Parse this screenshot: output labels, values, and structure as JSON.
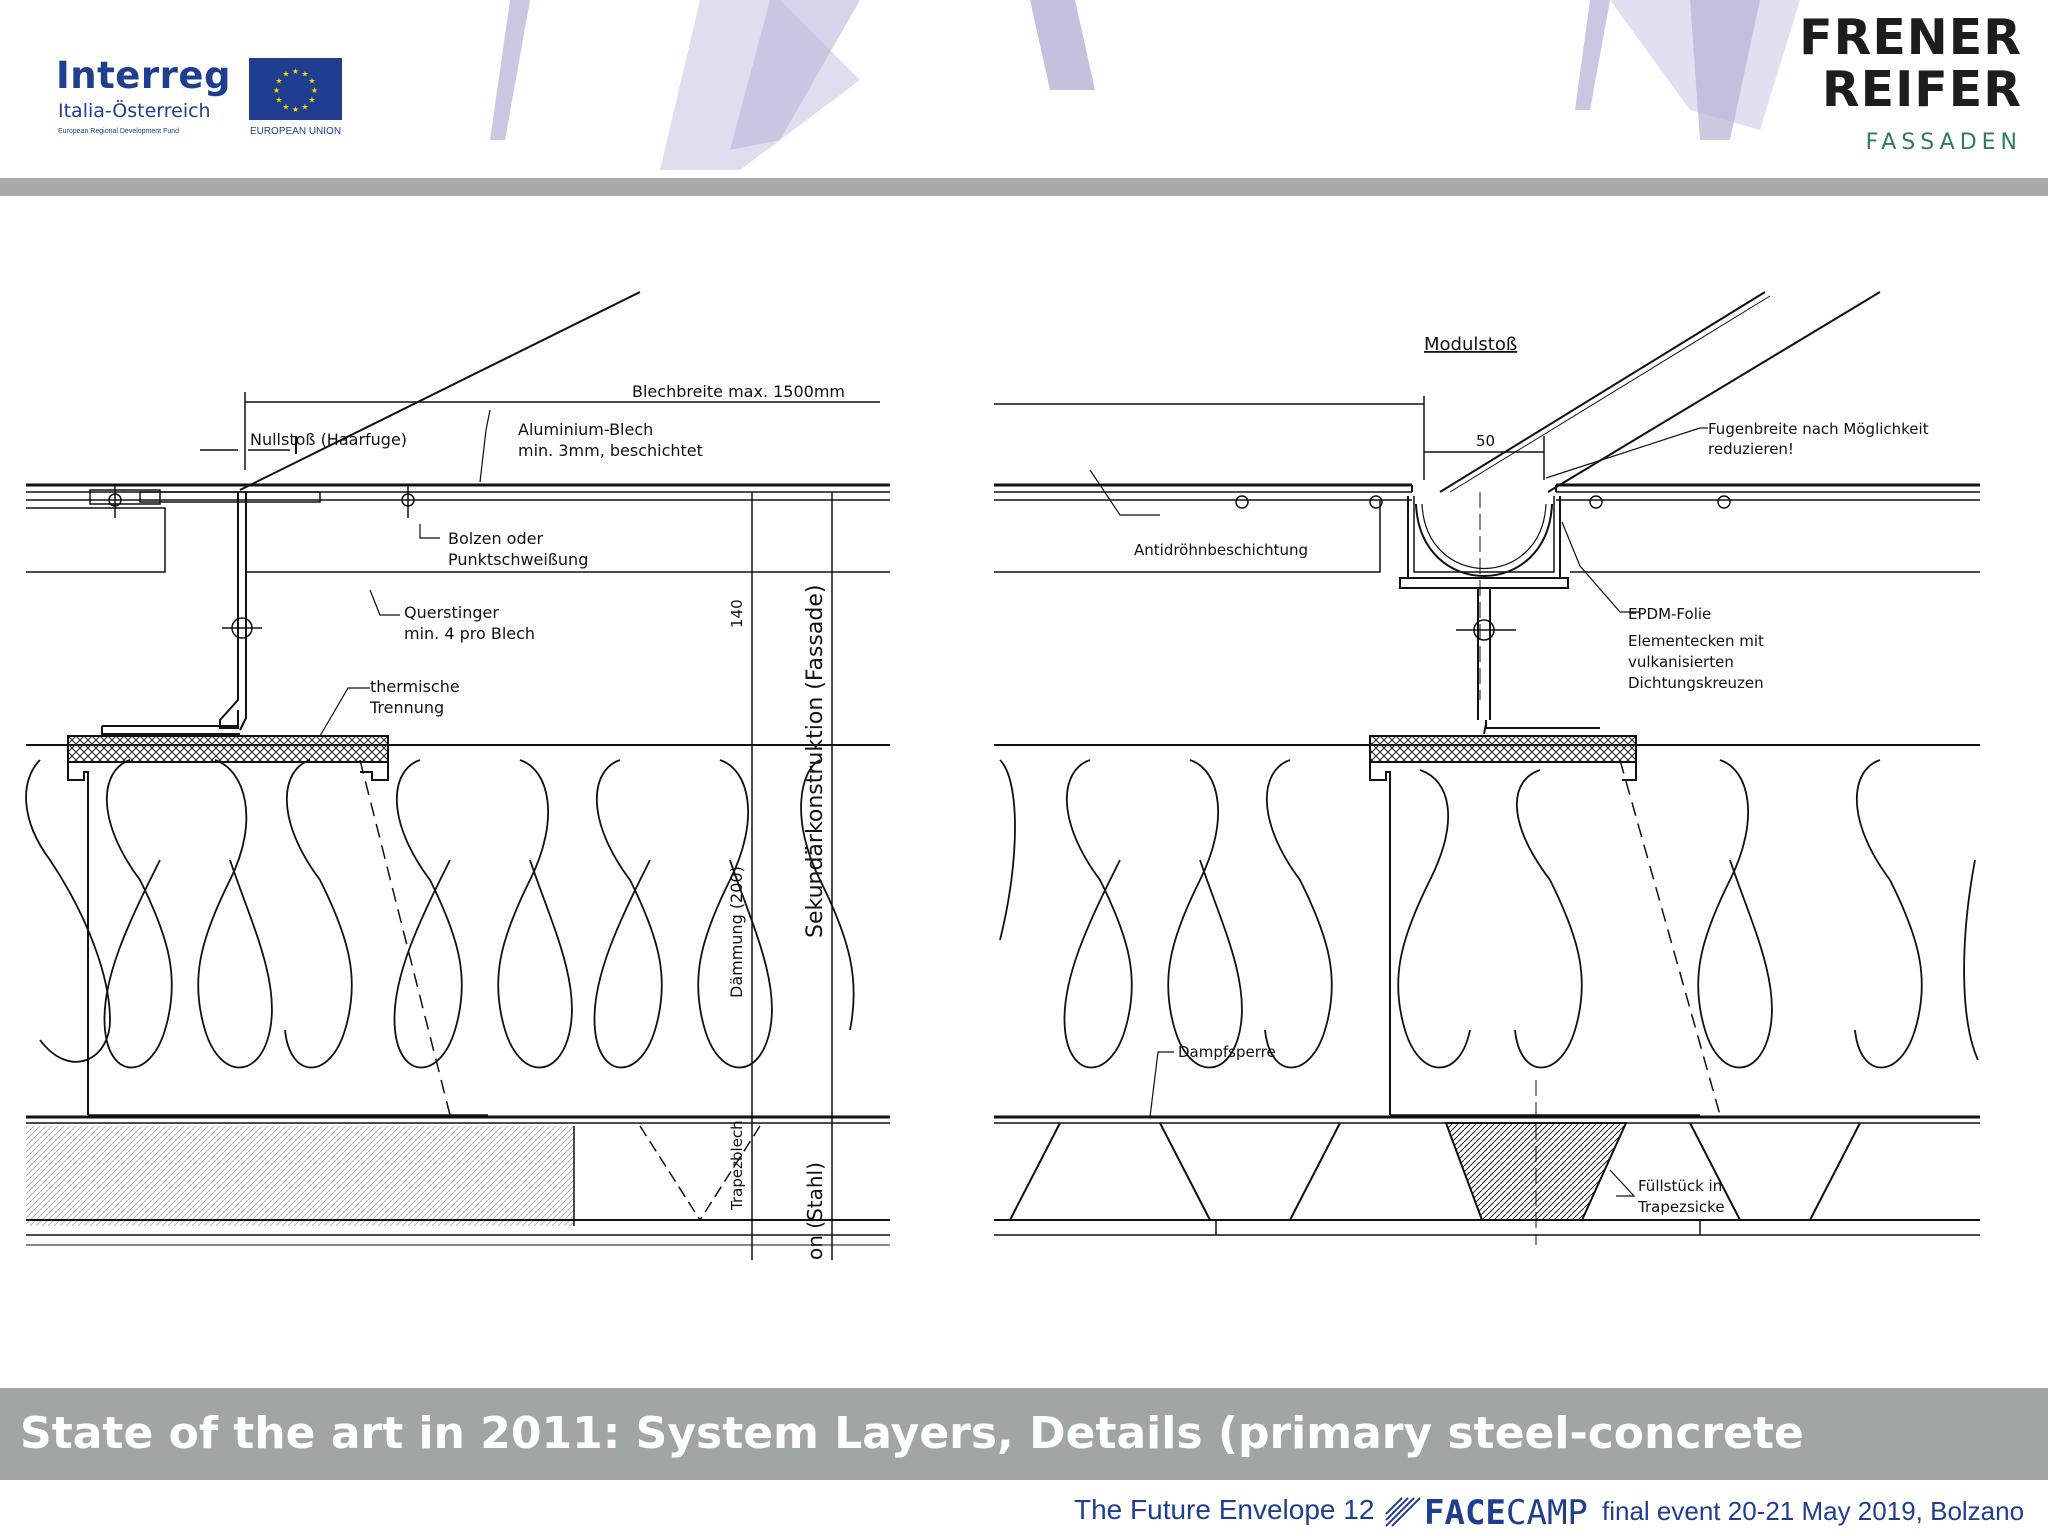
{
  "header": {
    "partner_logo": {
      "wordmark": "Interreg",
      "region": "Italia-Österreich",
      "fund": "European Regional Development Fund",
      "eu_label": "EUROPEAN UNION"
    },
    "company_logo": {
      "line1": "FRENER",
      "line2": "REIFER",
      "line3": "FASSADEN"
    }
  },
  "drawing": {
    "left_detail": {
      "sheet_width": "Blechbreite max. 1500mm",
      "joint": "Nullstoß (Haarfuge)",
      "panel": [
        "Aluminium-Blech",
        "min. 3mm, beschichtet"
      ],
      "fixing": [
        "Bolzen oder",
        "Punktschweißung"
      ],
      "stiffener": [
        "Querstinger",
        "min. 4 pro Blech"
      ],
      "thermal": [
        "thermische",
        "Trennung"
      ],
      "dim_140": "140",
      "insulation": "Dämmung (200)",
      "secondary": "Sekundärkonstruktion (Fassade)",
      "trapezoid": "Trapezblech",
      "steel": "on (Stahl)"
    },
    "right_detail": {
      "module_joint": "Modulstoß",
      "dim_50": "50",
      "joint_width": [
        "Fugenbreite nach Möglichkeit",
        "reduzieren!"
      ],
      "antidrumming": "Antidröhnbeschichtung",
      "epdm": [
        "EPDM-Folie",
        "Elementecken mit",
        "vulkanisierten",
        "Dichtungskreuzen"
      ],
      "vapour": "Dampfsperre",
      "filler": [
        "Füllstück in",
        "Trapezsicke"
      ]
    }
  },
  "slide": {
    "title": "State of the art in 2011: System Layers, Details (primary steel-concrete"
  },
  "footer": {
    "left": "The Future Envelope 12",
    "brand_a": "FACE",
    "brand_b": "CAMP",
    "right": "final event 20-21 May 2019, Bolzano"
  },
  "colors": {
    "interreg_blue": "#1f3e8f",
    "frener_green": "#2f7a5f",
    "band_grey": "#a4aba8",
    "title_bar": "#9fa6a4",
    "accent_lavender": "#c9c8e2"
  }
}
